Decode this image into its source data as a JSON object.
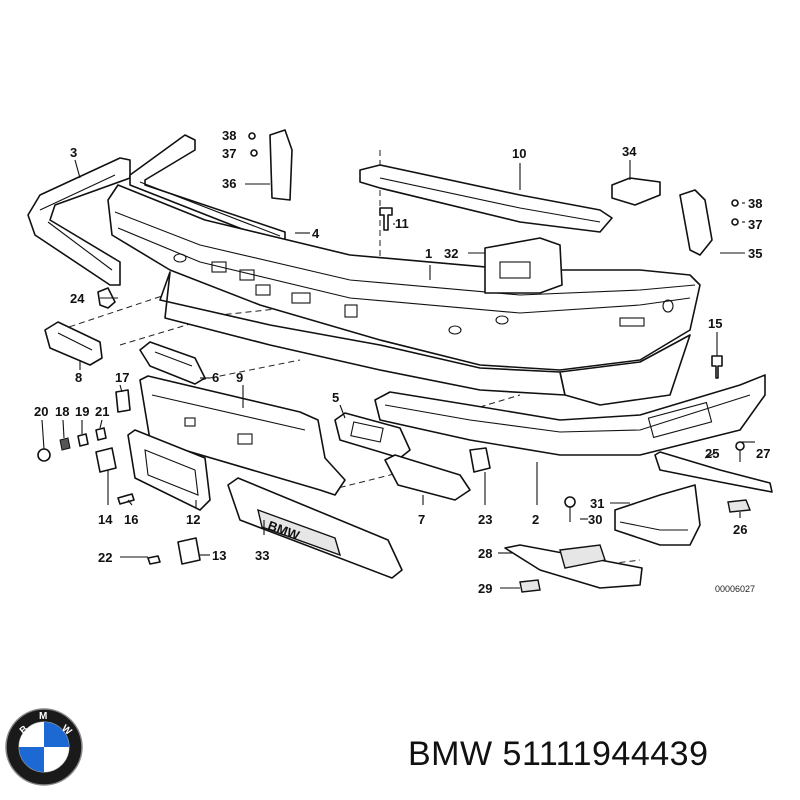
{
  "title": {
    "brand": "BMW",
    "part_number": "51111944439"
  },
  "diagram": {
    "drawing_code": "00006027",
    "plate_text": "BMW",
    "callouts": [
      "1",
      "2",
      "3",
      "4",
      "5",
      "6",
      "7",
      "8",
      "9",
      "10",
      "11",
      "12",
      "13",
      "14",
      "15",
      "16",
      "17",
      "18",
      "19",
      "20",
      "21",
      "22",
      "23",
      "24",
      "25",
      "26",
      "27",
      "28",
      "29",
      "30",
      "31",
      "32",
      "33",
      "34",
      "35",
      "36",
      "37",
      "38",
      "37",
      "38"
    ]
  },
  "logo": {
    "letters": "BMW",
    "colors": {
      "blue": "#1c69d4",
      "ring": "#1a1a1a",
      "white": "#ffffff"
    }
  }
}
